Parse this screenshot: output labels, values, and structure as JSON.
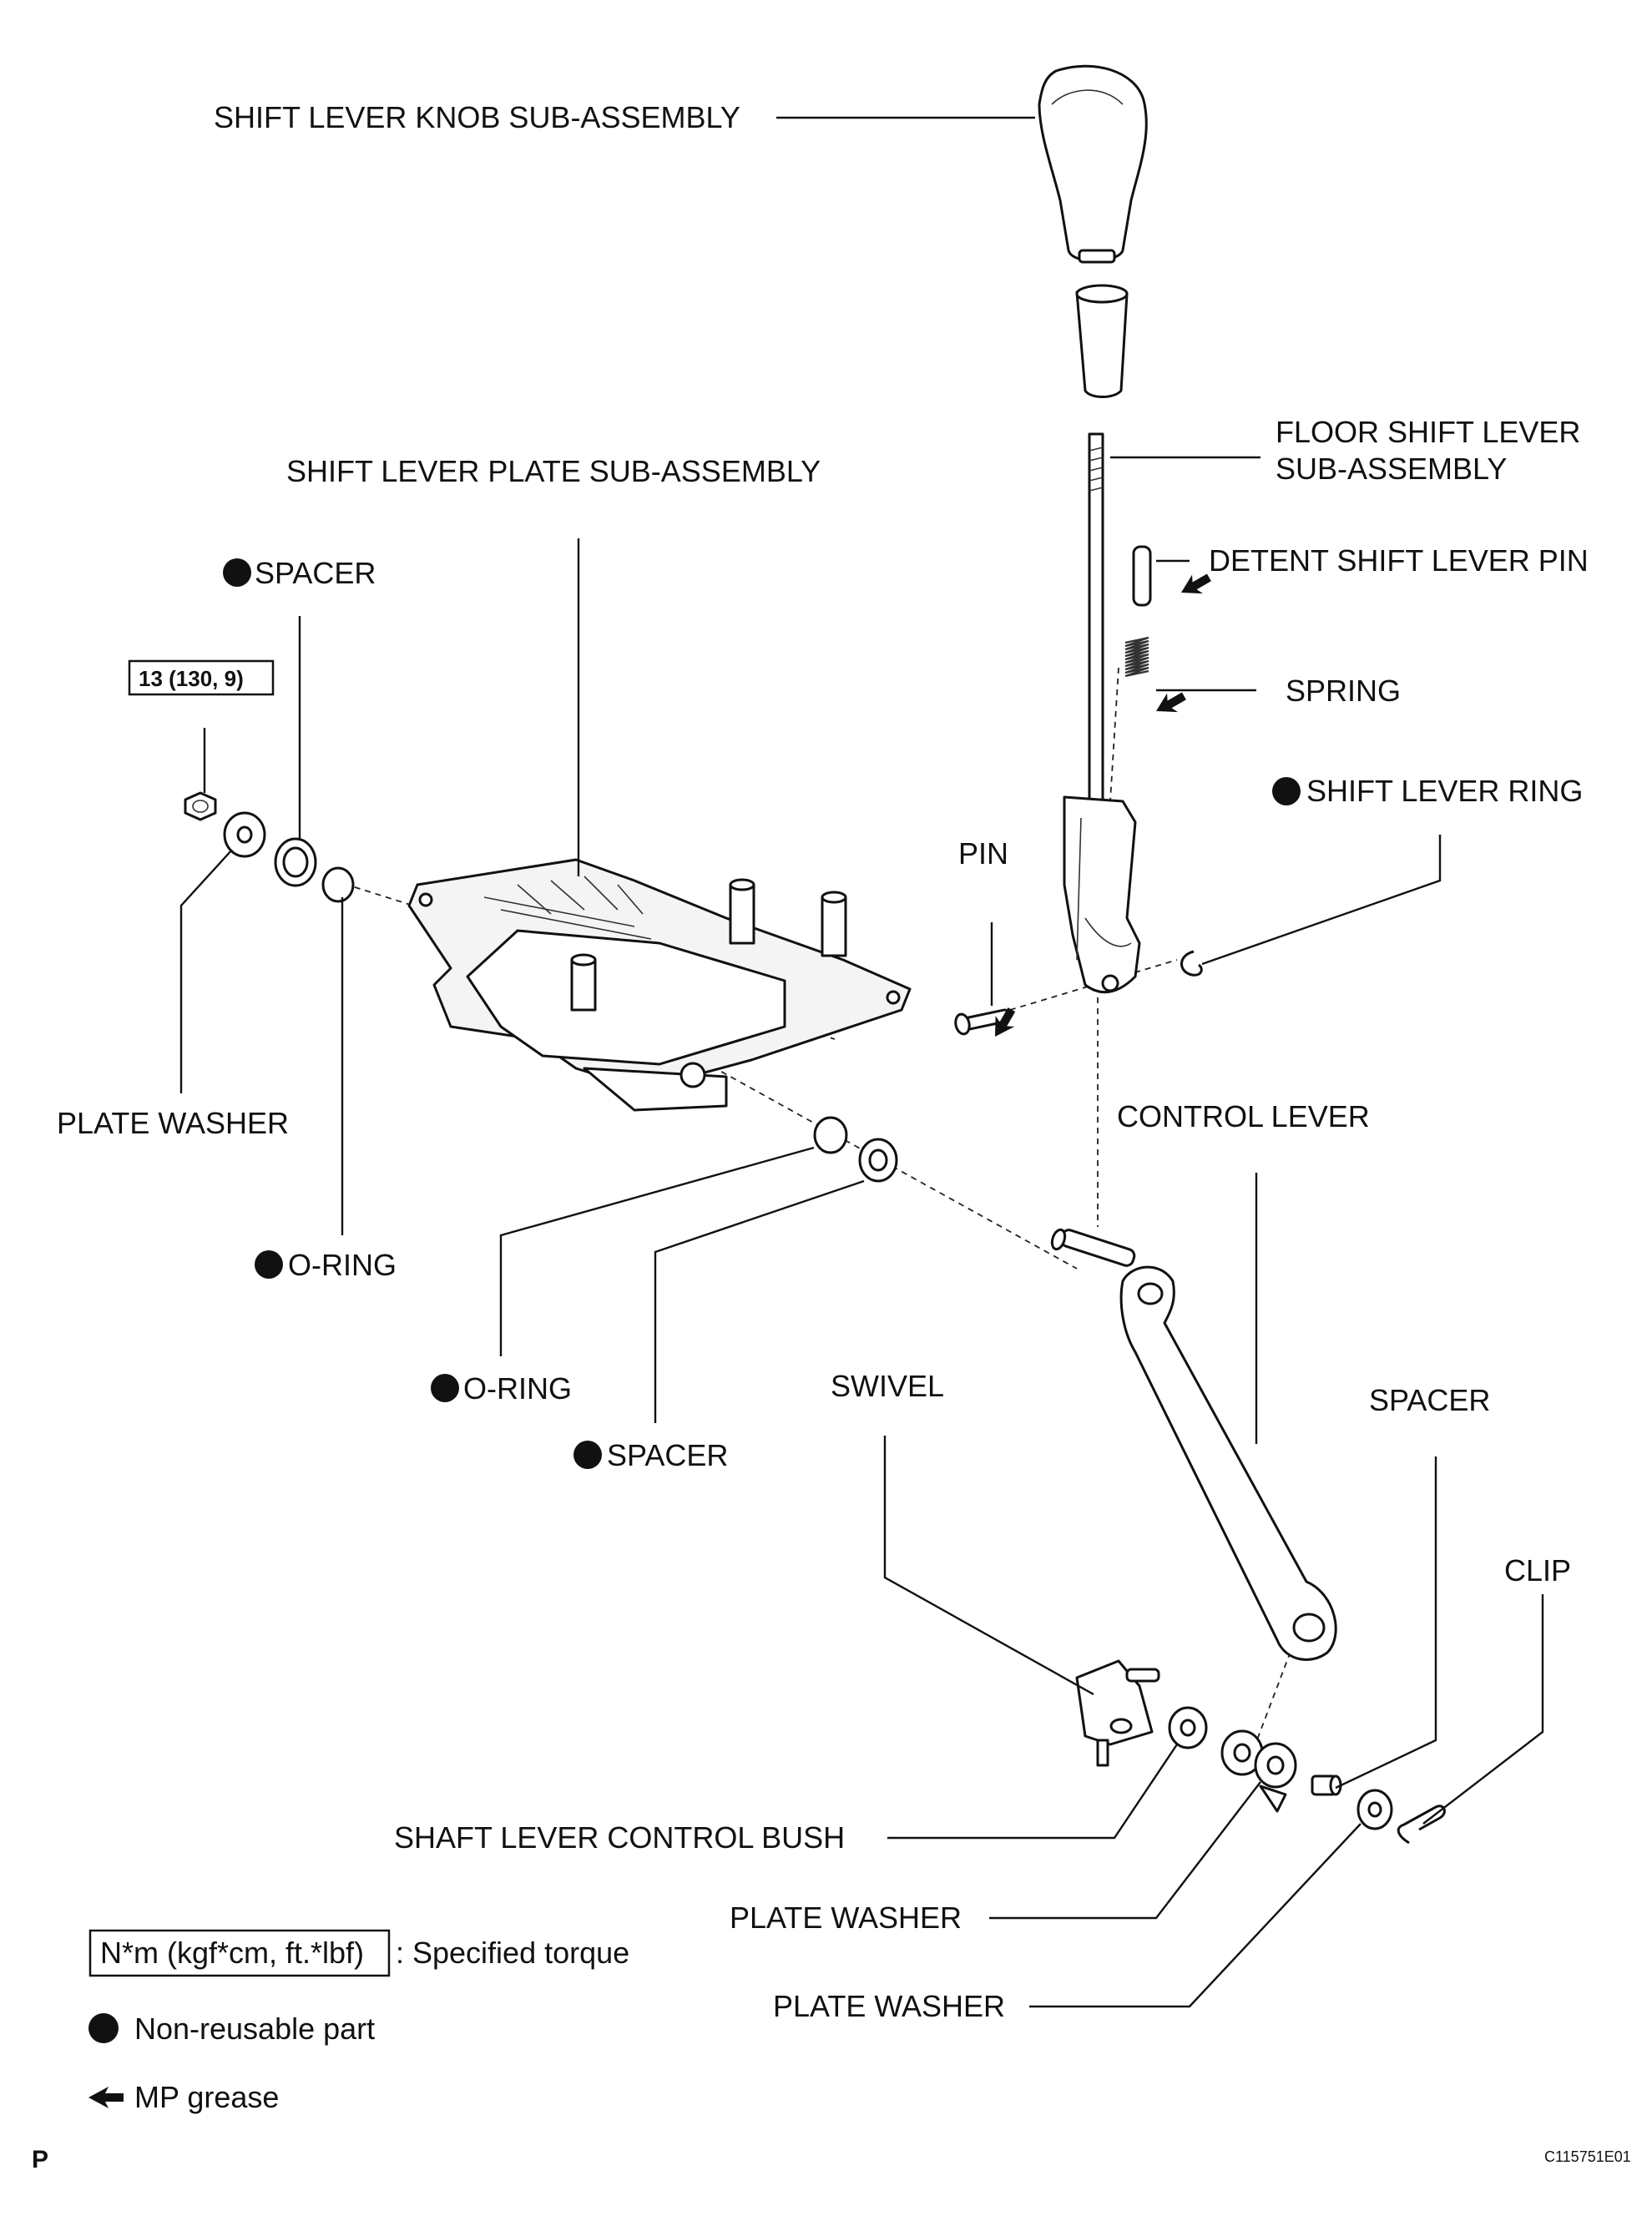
{
  "parts": {
    "shift_lever_knob": "SHIFT LEVER KNOB SUB-ASSEMBLY",
    "floor_shift_lever_line1": "FLOOR SHIFT LEVER",
    "floor_shift_lever_line2": "SUB-ASSEMBLY",
    "shift_lever_plate": "SHIFT LEVER PLATE SUB-ASSEMBLY",
    "detent_pin": "DETENT SHIFT LEVER PIN",
    "spacer_top": "SPACER",
    "spring": "SPRING",
    "shift_lever_ring": "SHIFT LEVER RING",
    "pin": "PIN",
    "plate_washer_left": "PLATE WASHER",
    "control_lever": "CONTROL LEVER",
    "o_ring_1": "O-RING",
    "o_ring_2": "O-RING",
    "spacer_mid": "SPACER",
    "swivel": "SWIVEL",
    "spacer_right": "SPACER",
    "clip": "CLIP",
    "shaft_lever_control_bush": "SHAFT LEVER CONTROL BUSH",
    "plate_washer_1": "PLATE WASHER",
    "plate_washer_2": "PLATE WASHER"
  },
  "torque_box": "13 (130, 9)",
  "legend": {
    "torque_unit": "N*m (kgf*cm, ft.*lbf)",
    "torque_desc": ": Specified torque",
    "non_reusable": "Non-reusable part",
    "grease": "MP grease"
  },
  "footer": {
    "left_code": "P",
    "figure_id": "C115751E01"
  }
}
